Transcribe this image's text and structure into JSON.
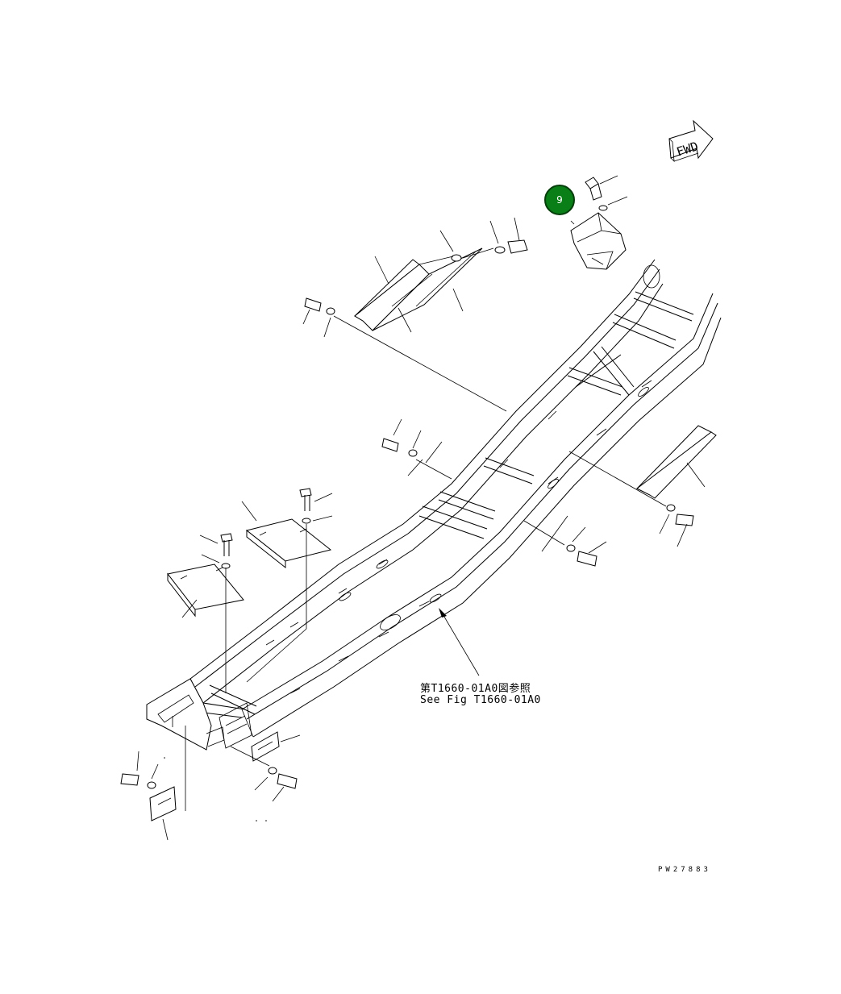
{
  "diagram": {
    "direction_label": "FWD",
    "callout": {
      "label": "9",
      "color": "#0a7f17"
    },
    "reference_jp": "第T1660-01A0図参照",
    "reference_en": "See Fig T1660-01A0",
    "drawing_number": "PW27883"
  }
}
